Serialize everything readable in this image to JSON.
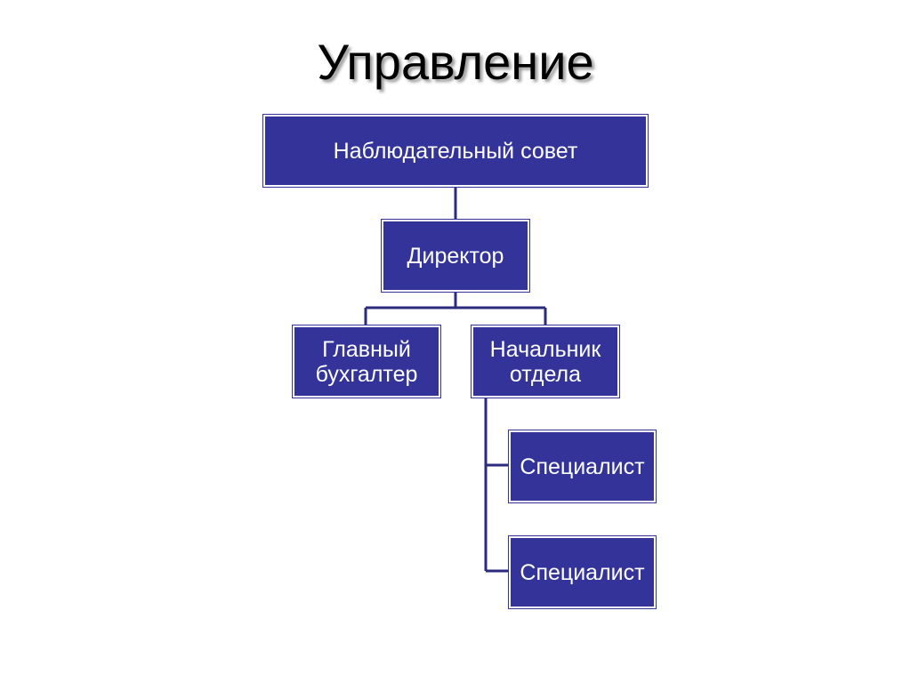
{
  "title": "Управление",
  "colors": {
    "box_fill": "#33339a",
    "box_text": "#ffffff",
    "connector": "#2a2a7e",
    "title_text": "#000000"
  },
  "org_chart": {
    "board": "Наблюдательный совет",
    "director": "Директор",
    "chief_accountant": "Главный\nбухгалтер",
    "department_head": "Начальник\nотдела",
    "specialists": [
      "Специалист",
      "Специалист"
    ]
  }
}
